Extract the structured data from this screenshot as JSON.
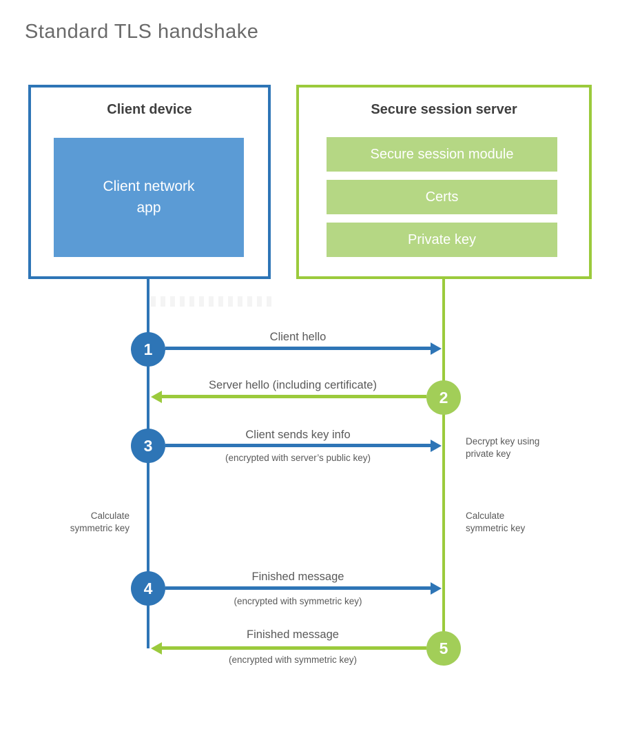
{
  "title": "Standard TLS handshake",
  "colors": {
    "blue": "#2e75b6",
    "blue_fill": "#5b9bd5",
    "green": "#9bca3c",
    "green_circle": "#a2ce58",
    "green_fill": "#b5d784",
    "heading_text": "#3f3f3f",
    "label_text": "#595959",
    "title_text": "#6a6a6a"
  },
  "client_box": {
    "title": "Client device",
    "module_label": "Client network\napp"
  },
  "server_box": {
    "title": "Secure session server",
    "modules": [
      "Secure session module",
      "Certs",
      "Private key"
    ]
  },
  "steps": [
    {
      "number": "1",
      "label": "Client hello",
      "sublabel": "",
      "direction": "client-to-server"
    },
    {
      "number": "2",
      "label": "Server hello (including certificate)",
      "sublabel": "",
      "direction": "server-to-client"
    },
    {
      "number": "3",
      "label": "Client sends key info",
      "sublabel": "(encrypted with server’s public key)",
      "direction": "client-to-server"
    },
    {
      "number": "4",
      "label": "Finished message",
      "sublabel": "(encrypted with symmetric key)",
      "direction": "client-to-server"
    },
    {
      "number": "5",
      "label": "Finished message",
      "sublabel": "(encrypted with symmetric key)",
      "direction": "server-to-client"
    }
  ],
  "annotations": {
    "decrypt_note": "Decrypt key using\nprivate key",
    "calculate_left": "Calculate\nsymmetric key",
    "calculate_right": "Calculate\nsymmetric key"
  }
}
